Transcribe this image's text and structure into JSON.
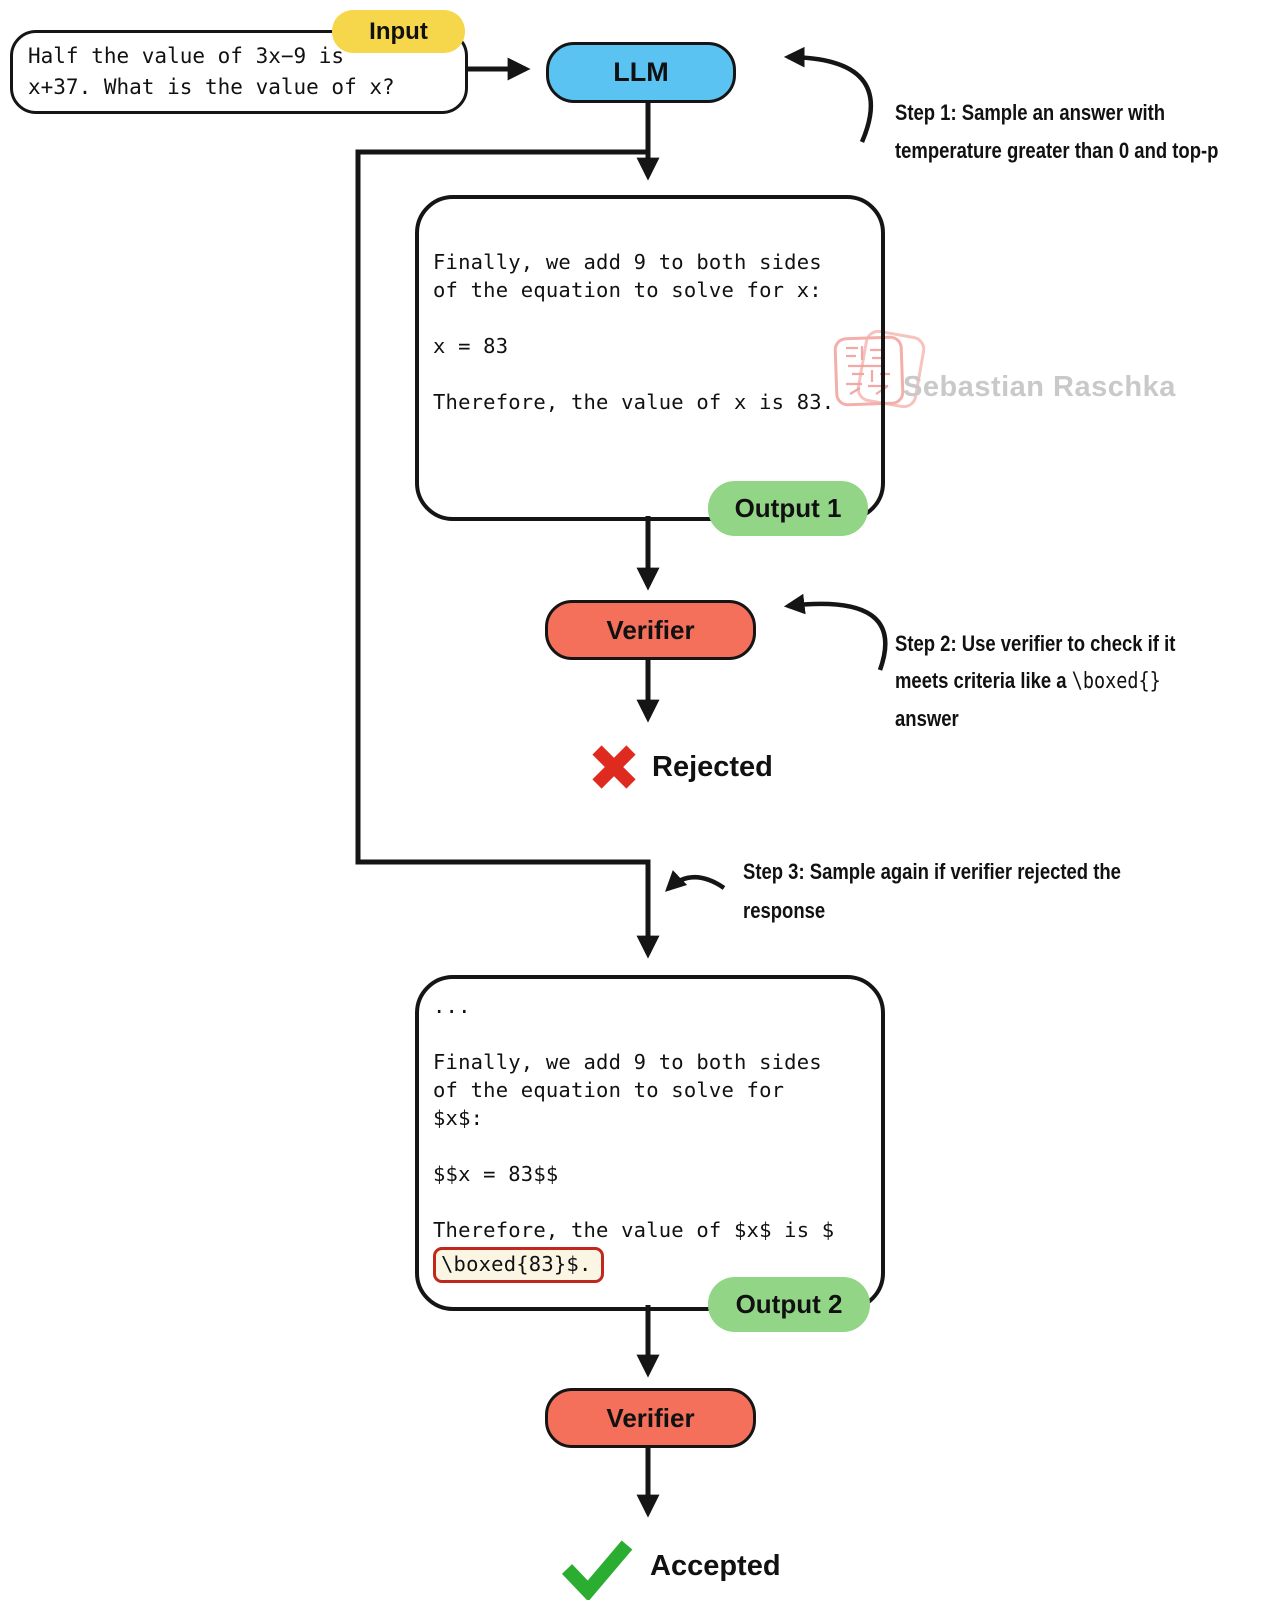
{
  "input": {
    "badge": "Input",
    "text": "Half the value of 3x−9 is\nx+37. What is the value of x?"
  },
  "llm": {
    "label": "LLM"
  },
  "annotations": {
    "step1": "Step 1: Sample an answer with\ntemperature greater than 0 and top-p",
    "step2_prefix": "Step 2: Use verifier to check if it\nmeets criteria like a ",
    "step2_code": "\\boxed{}",
    "step2_suffix": "\nanswer",
    "step3": "Step 3: Sample again if verifier rejected the\nresponse"
  },
  "output1": {
    "badge": "Output 1",
    "text": "Finally, we add 9 to both sides\nof the equation to solve for x:\n\nx = 83\n\nTherefore, the value of x is 83."
  },
  "verifier1": {
    "label": "Verifier"
  },
  "rejected": {
    "label": "Rejected"
  },
  "output2": {
    "badge": "Output 2",
    "text_before_box": "...\n\nFinally, we add 9 to both sides\nof the equation to solve for\n$x$:\n\n$$x = 83$$\n\nTherefore, the value of $x$ is $\n",
    "boxed_text": "\\boxed{83}$."
  },
  "verifier2": {
    "label": "Verifier"
  },
  "accepted": {
    "label": "Accepted"
  },
  "watermark": {
    "name": "Sebastian Raschka"
  },
  "colors": {
    "badge_yellow": "#F6D64A",
    "llm_blue": "#5BC3F2",
    "badge_green": "#92D586",
    "verifier_salmon": "#F4705B",
    "rejected_red": "#DE2A1F",
    "accepted_green": "#2BAD32",
    "boxed_border": "#C0281E",
    "boxed_bg": "#FBF6E4",
    "line_black": "#151515",
    "watermark_gray": "#C9C9C9",
    "stamp_pink": "#F3AFAA"
  }
}
